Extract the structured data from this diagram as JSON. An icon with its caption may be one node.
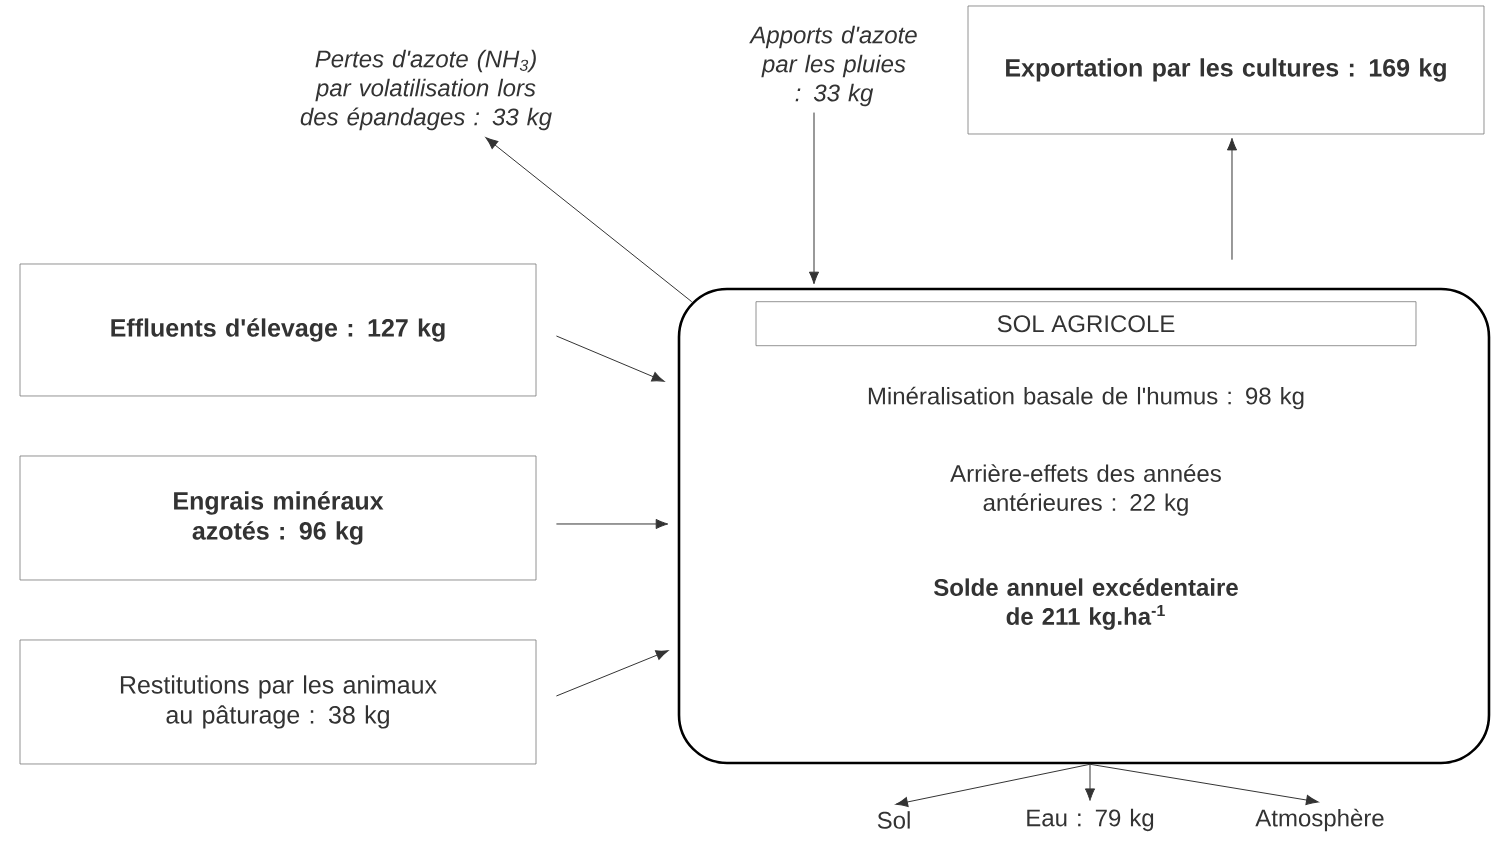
{
  "diagram": {
    "nodes": [
      {
        "text": [
          "Pertes d'azote (NH$_{3}$) par volatilisation lors des épandages : 33 kg"
        ]
      },
      {
        "text": [
          "Apports d'azote par les pluies : 33 kg"
        ]
      },
      {
        "text": [
          "Exportation par les cultures : 169 kg"
        ]
      },
      {
        "text": [
          "Effluents d'élevage : 127 kg"
        ]
      },
      {
        "text": [
          "Engrais minéraux azotés : 96 kg"
        ]
      },
      {
        "text": [
          "Restitutions par les animaux au pâturage : 38 kg"
        ]
      },
      {
        "text": [
          "Minéralisation basale de l'humus : 98 kg",
          "Arrière-effets des années antérieures : 22 kg",
          "Solde annuel excédentaire de 211 kg.ha$^{-1}$"
        ]
      },
      {
        "text": [
          "SOL AGRICOLE"
        ],
        "in": 6
      },
      {
        "text": [
          "Sol"
        ]
      },
      {
        "text": [
          "Eau : 79 kg"
        ]
      },
      {
        "text": [
          "Atmosphère"
        ]
      }
    ],
    "edges": [
      {
        "from": 6,
        "to": 0,
        "arrow": "to"
      },
      {
        "from": 1,
        "to": 6,
        "arrow": "to"
      },
      {
        "from": 6,
        "to": 2,
        "arrow": "to"
      },
      {
        "from": 3,
        "to": 6,
        "arrow": "to"
      },
      {
        "from": 4,
        "to": 6,
        "arrow": "to"
      },
      {
        "from": 5,
        "to": 6,
        "arrow": "to"
      },
      {
        "from": 6,
        "to": 8,
        "arrow": "to"
      },
      {
        "from": 6,
        "to": 9,
        "arrow": "to"
      },
      {
        "from": 6,
        "to": 10,
        "arrow": "to"
      }
    ]
  }
}
